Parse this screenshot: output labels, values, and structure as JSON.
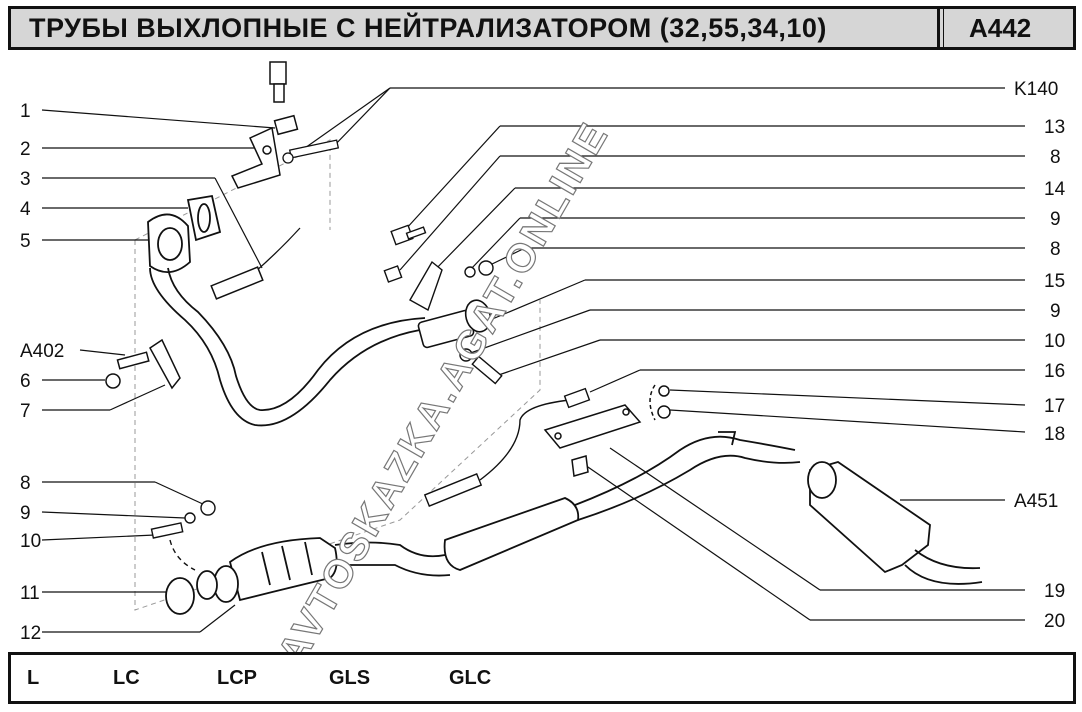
{
  "header": {
    "title": "ТРУБЫ ВЫХЛОПНЫЕ С НЕЙТРАЛИЗАТОРОМ (32,55,34,10)",
    "code": "A442"
  },
  "callouts": {
    "left": [
      "1",
      "2",
      "3",
      "4",
      "5",
      "A402",
      "6",
      "7",
      "8",
      "9",
      "10",
      "11",
      "12"
    ],
    "right": [
      "K140",
      "13",
      "8",
      "14",
      "9",
      "8",
      "15",
      "9",
      "10",
      "16",
      "17",
      "18",
      "A451",
      "19",
      "20"
    ]
  },
  "watermark": "AVTOSKAZKA.AGAT.ONLINE",
  "footer": {
    "models": [
      "L",
      "LC",
      "LCP",
      "GLS",
      "GLC"
    ]
  }
}
